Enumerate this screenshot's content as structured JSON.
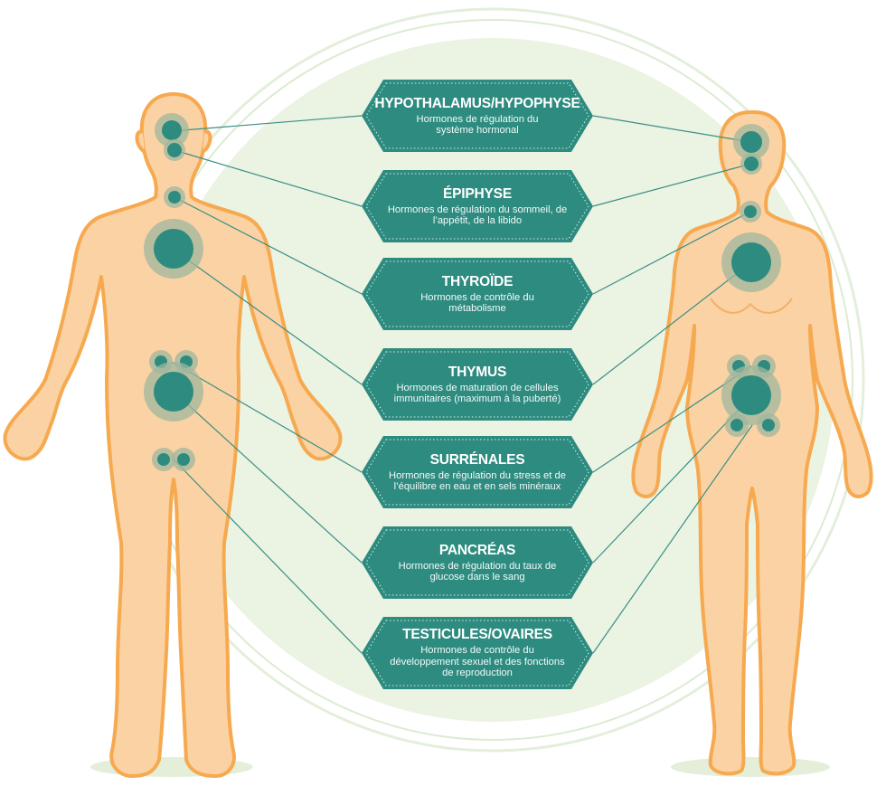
{
  "glands": [
    {
      "id": "hypothalamus",
      "title": "HYPOTHALAMUS/HYPOPHYSE",
      "description": "Hormones de régulation du système hormonal"
    },
    {
      "id": "epiphyse",
      "title": "ÉPIPHYSE",
      "description": "Hormones de régulation du sommeil, de l’appétit, de la libido"
    },
    {
      "id": "thyroide",
      "title": "THYROÏDE",
      "description": "Hormones de contrôle du métabolisme"
    },
    {
      "id": "thymus",
      "title": "THYMUS",
      "description": "Hormones de maturation de cellules immunitaires (maximum à la puberté)"
    },
    {
      "id": "surrenales",
      "title": "SURRÉNALES",
      "description": "Hormones de régulation du stress et de l’équilibre en eau et en sels minéraux"
    },
    {
      "id": "pancreas",
      "title": "PANCRÉAS",
      "description": "Hormones de régulation du taux de glucose dans le sang"
    },
    {
      "id": "testicules_ovaires",
      "title": "TESTICULES/OVAIRES",
      "description": "Hormones de contrôle du développement sexuel et des fonctions de reproduction"
    }
  ],
  "colors": {
    "box_fill": "#2e8b80",
    "box_border": "#d9efe9",
    "gland_core": "#2e8b80",
    "gland_halo": "#9fb79d",
    "body_fill": "#fbd2a4",
    "body_outline": "#f6a94f",
    "connector": "#3a8f85",
    "background_circle": "#ebf3e3",
    "ring": "#d6e7cf"
  }
}
